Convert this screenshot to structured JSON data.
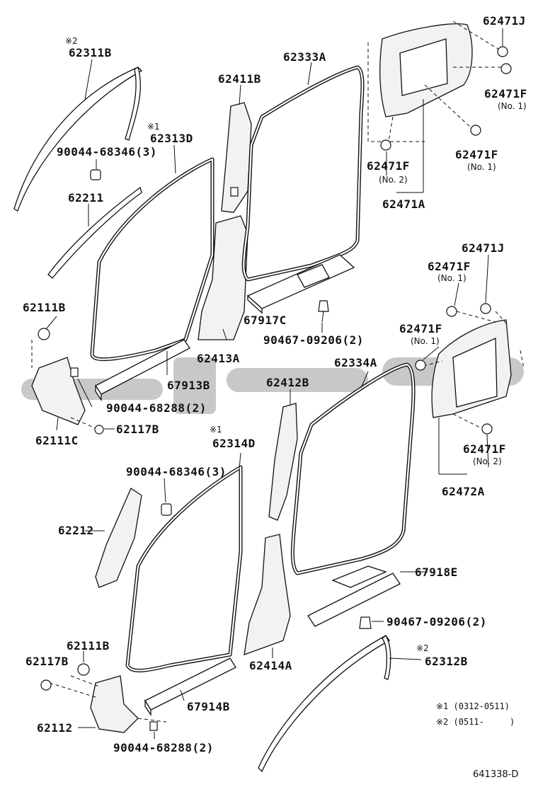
{
  "labels": {
    "p62311B": "62311B",
    "p62211": "62211",
    "p90044_68346_a": "90044-68346(3)",
    "p62313D": "62313D",
    "p62411B": "62411B",
    "p62333A": "62333A",
    "p62471J_a": "62471J",
    "p62471F_a": "62471F",
    "p62471F_b": "62471F",
    "p62471F_c": "62471F",
    "p62471A": "62471A",
    "p62471J_b": "62471J",
    "p62471F_d": "62471F",
    "p62471F_e": "62471F",
    "p62471F_f": "62471F",
    "p62472A": "62472A",
    "p62111B_a": "62111B",
    "p67917C": "67917C",
    "p90467_09206_a": "90467-09206(2)",
    "p62413A": "62413A",
    "p62334A": "62334A",
    "p62412B": "62412B",
    "p67913B": "67913B",
    "p90044_68288_a": "90044-68288(2)",
    "p62111C": "62111C",
    "p62117B_a": "62117B",
    "p62314D": "62314D",
    "p90044_68346_b": "90044-68346(3)",
    "p62212": "62212",
    "p67918E": "67918E",
    "p90467_09206_b": "90467-09206(2)",
    "p62111B_b": "62111B",
    "p62117B_b": "62117B",
    "p62312B": "62312B",
    "p62414A": "62414A",
    "p62112": "62112",
    "p67914B": "67914B",
    "p90044_68288_b": "90044-68288(2)"
  },
  "sublabels": {
    "no1_a": "(No. 1)",
    "no1_b": "(No. 1)",
    "no2_a": "(No. 2)",
    "no1_c": "(No. 1)",
    "no1_d": "(No. 1)",
    "no2_b": "(No. 2)"
  },
  "marks": {
    "m_62311B": "※2",
    "m_62313D": "※1",
    "m_62314D": "※1",
    "m_62312B": "※2"
  },
  "notes": {
    "note1": "※1 (0312-0511)",
    "note2": "※2 (0511-     )"
  },
  "figure_code": "641338-D"
}
